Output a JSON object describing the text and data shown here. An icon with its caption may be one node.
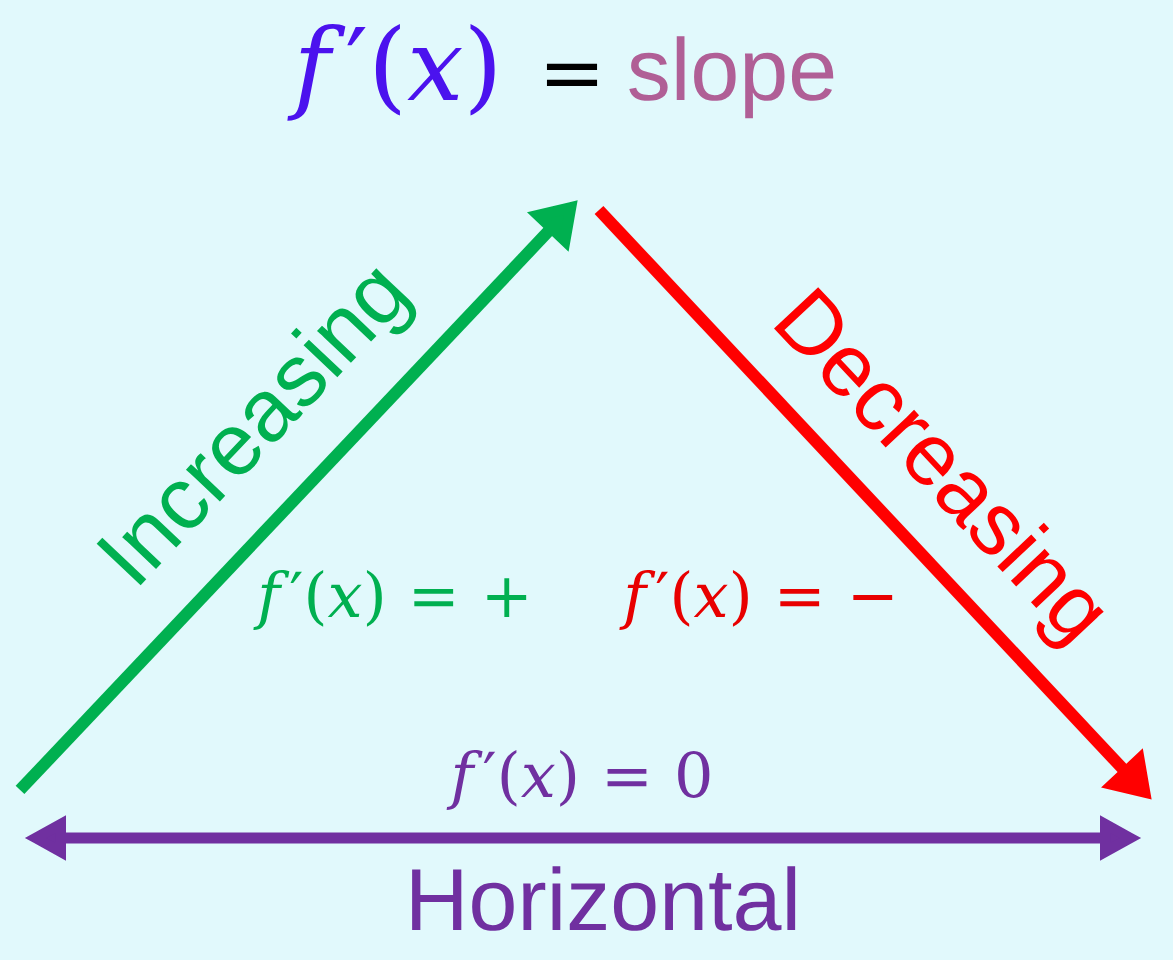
{
  "diagram": {
    "labels": [
      "*f*′(*x*)",
      "=",
      "slope",
      "Increasing",
      "Decreasing",
      "*f*′(*x*) = +",
      "*f*′(*x*) = −",
      "*f*′(*x*) = 0",
      "Horizontal"
    ]
  }
}
